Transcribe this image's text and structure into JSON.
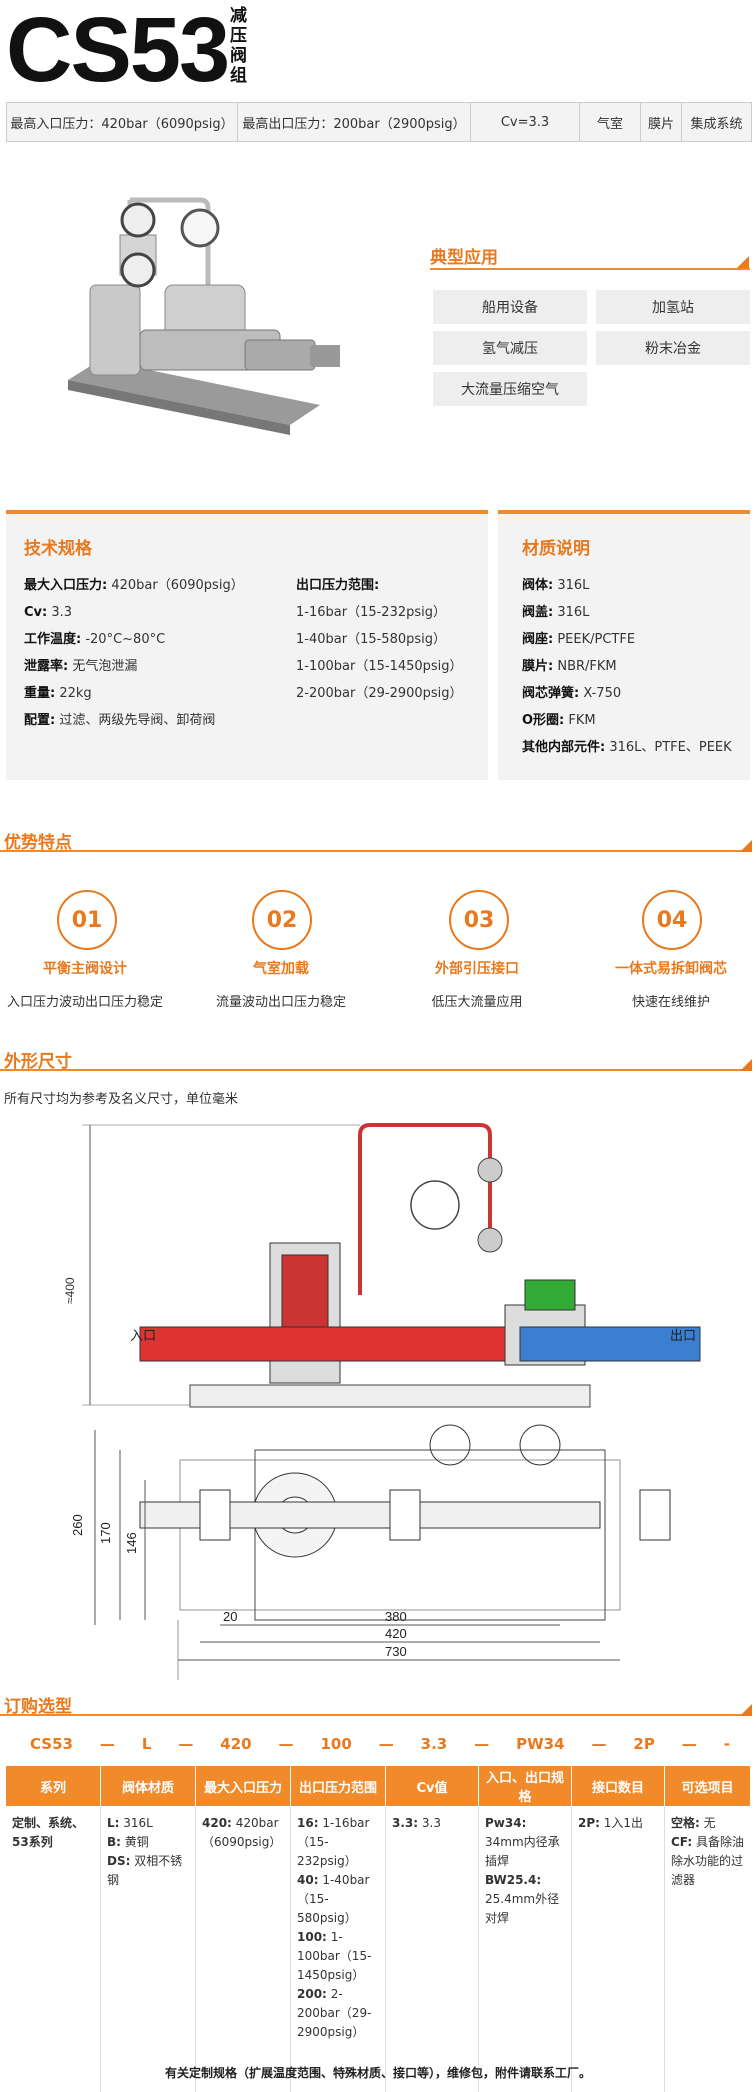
{
  "header": {
    "title": "CS53",
    "subtitle": "减压阀组",
    "specs": [
      "最高入口压力：420bar（6090psig）",
      "最高出口压力：200bar（2900psig）",
      "Cv=3.3",
      "气室",
      "膜片",
      "集成系统"
    ]
  },
  "applications": {
    "title": "典型应用",
    "items": [
      "船用设备",
      "加氢站",
      "氢气减压",
      "粉末冶金",
      "大流量压缩空气"
    ]
  },
  "tech_specs": {
    "title": "技术规格",
    "left": [
      {
        "label": "最大入口压力:",
        "value": "420bar（6090psig）"
      },
      {
        "label": "Cv:",
        "value": "3.3"
      },
      {
        "label": "工作温度:",
        "value": "-20°C~80°C"
      },
      {
        "label": "泄露率:",
        "value": "无气泡泄漏"
      },
      {
        "label": "重量:",
        "value": "22kg"
      },
      {
        "label": "配置:",
        "value": "过滤、两级先导阀、卸荷阀"
      }
    ],
    "outlet_title": "出口压力范围:",
    "outlet_ranges": [
      "1-16bar（15-232psig）",
      "1-40bar（15-580psig）",
      "1-100bar（15-1450psig）",
      "2-200bar（29-2900psig）"
    ]
  },
  "materials": {
    "title": "材质说明",
    "rows": [
      {
        "label": "阀体:",
        "value": "316L"
      },
      {
        "label": "阀盖:",
        "value": "316L"
      },
      {
        "label": "阀座:",
        "value": "PEEK/PCTFE"
      },
      {
        "label": "膜片:",
        "value": "NBR/FKM"
      },
      {
        "label": "阀芯弹簧:",
        "value": "X-750"
      },
      {
        "label": "O形圈:",
        "value": "FKM"
      },
      {
        "label": "其他内部元件:",
        "value": "316L、PTFE、PEEK"
      }
    ]
  },
  "advantages": {
    "title": "优势特点",
    "items": [
      {
        "num": "01",
        "title": "平衡主阀设计",
        "desc": "入口压力波动出口压力稳定"
      },
      {
        "num": "02",
        "title": "气室加载",
        "desc": "流量波动出口压力稳定"
      },
      {
        "num": "03",
        "title": "外部引压接口",
        "desc": "低压大流量应用"
      },
      {
        "num": "04",
        "title": "一体式易拆卸阀芯",
        "desc": "快速在线维护"
      }
    ]
  },
  "dimensions": {
    "title": "外形尺寸",
    "note": "所有尺寸均为参考及名义尺寸，单位毫米",
    "inlet": "入口",
    "outlet": "出口",
    "height_total": "≈400",
    "side": [
      "260",
      "170",
      "146"
    ],
    "bottom": [
      "20",
      "380",
      "420",
      "730"
    ]
  },
  "ordering": {
    "title": "订购选型",
    "code": [
      "CS53",
      "—",
      "L",
      "—",
      "420",
      "—",
      "100",
      "—",
      "3.3",
      "—",
      "PW34",
      "—",
      "2P",
      "—",
      "-"
    ],
    "headers": [
      "系列",
      "阀体材质",
      "最大入口压力",
      "出口压力范围",
      "Cv值",
      "入口、出口规格",
      "接口数目",
      "可选项目"
    ],
    "cells": [
      [
        {
          "b": "定制、系统、53系列",
          "t": ""
        }
      ],
      [
        {
          "b": "L:",
          "t": "316L"
        },
        {
          "b": "B:",
          "t": "黄铜"
        },
        {
          "b": "DS:",
          "t": "双相不锈钢"
        }
      ],
      [
        {
          "b": "420:",
          "t": "420bar（6090psig）"
        }
      ],
      [
        {
          "b": "16:",
          "t": "1-16bar（15-232psig）"
        },
        {
          "b": "40:",
          "t": "1-40bar（15-580psig）"
        },
        {
          "b": "100:",
          "t": "1-100bar（15-1450psig）"
        },
        {
          "b": "200:",
          "t": "2-200bar（29-2900psig）"
        }
      ],
      [
        {
          "b": "3.3:",
          "t": "3.3"
        }
      ],
      [
        {
          "b": "Pw34:",
          "t": "34mm内径承插焊"
        },
        {
          "b": "BW25.4:",
          "t": "25.4mm外径对焊"
        }
      ],
      [
        {
          "b": "2P:",
          "t": "1入1出"
        }
      ],
      [
        {
          "b": "空格:",
          "t": "无"
        },
        {
          "b": "CF:",
          "t": "具备除油除水功能的过滤器"
        }
      ]
    ]
  },
  "footer": "有关定制规格（扩展温度范围、特殊材质、接口等），维修包，附件请联系工厂。",
  "colors": {
    "accent": "#e8791e",
    "gray_panel": "#f3f3f3"
  }
}
